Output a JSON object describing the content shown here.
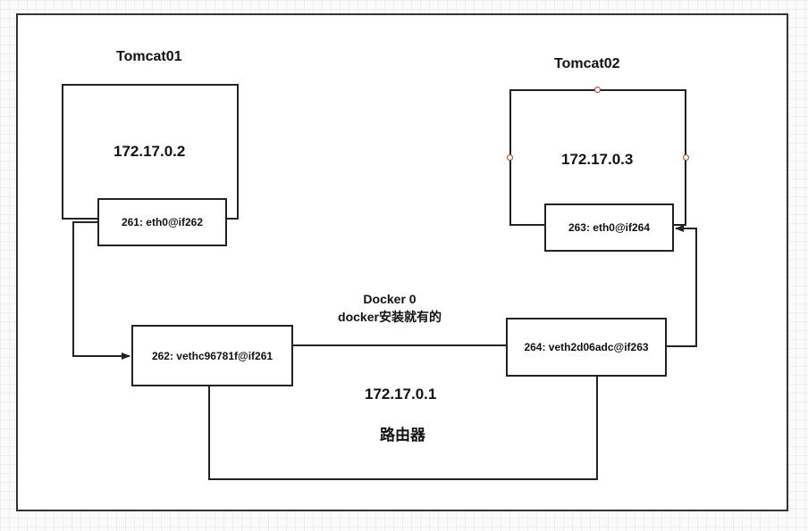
{
  "tomcat01": {
    "title": "Tomcat01",
    "ip": "172.17.0.2",
    "interface": "261: eth0@if262"
  },
  "tomcat02": {
    "title": "Tomcat02",
    "ip": "172.17.0.3",
    "interface": "263: eth0@if264"
  },
  "bridge": {
    "name": "Docker 0",
    "note": "docker安装就有的",
    "ip": "172.17.0.1",
    "role": "路由器",
    "veth_left": "262: vethc96781f@if261",
    "veth_right": "264: veth2d06adc@if263"
  },
  "colors": {
    "line": "#222222",
    "selection_handle": "#c0392b"
  }
}
